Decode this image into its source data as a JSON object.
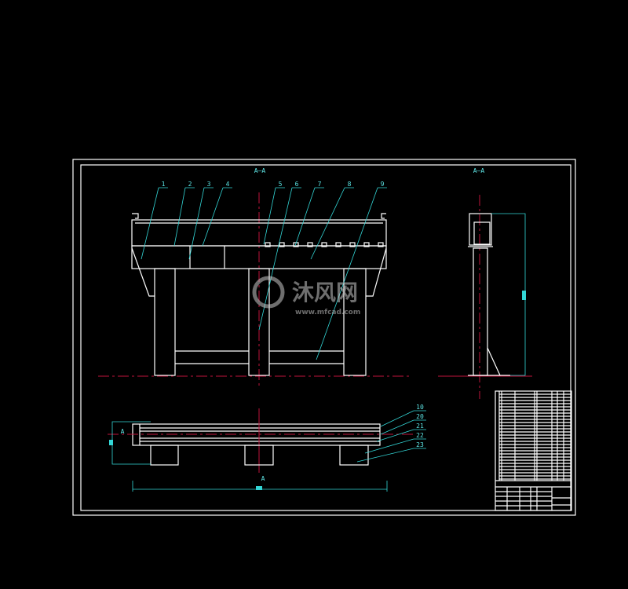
{
  "drawing": {
    "front_view_title": "A—A",
    "side_view_title": "A—A",
    "section_mark_left": "A",
    "section_mark_bottom": "A",
    "front_balloons": [
      "1",
      "2",
      "3",
      "4",
      "5",
      "6",
      "7",
      "8",
      "9"
    ],
    "plan_balloons": [
      "10",
      "20",
      "21",
      "22",
      "23"
    ]
  },
  "watermark": {
    "brand": "沐风网",
    "url": "www.mfcad.com"
  },
  "colors": {
    "background": "#000000",
    "outline": "#ffffff",
    "dimension": "#33d6d6",
    "centerline": "#c0143c"
  }
}
